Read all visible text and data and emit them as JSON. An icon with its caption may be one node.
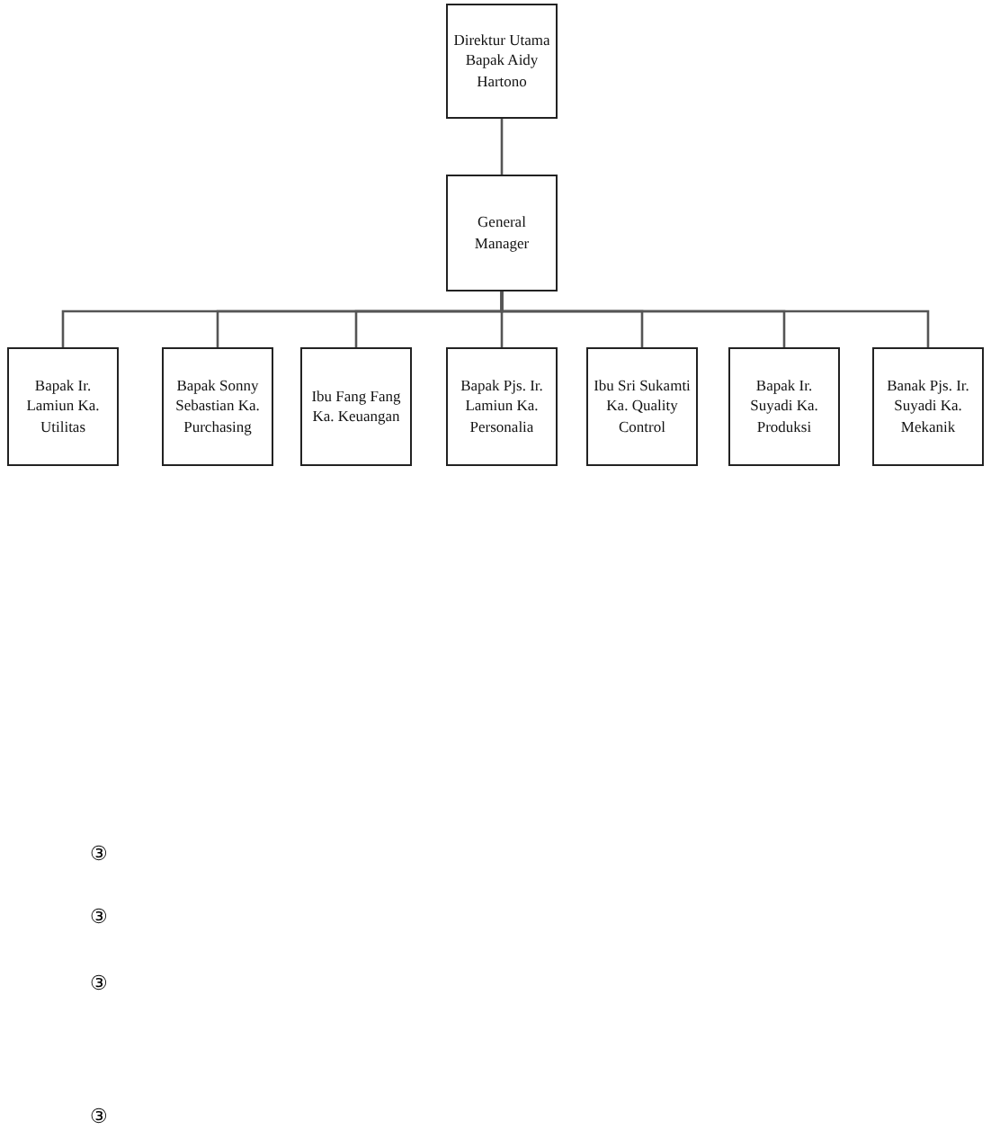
{
  "diagram": {
    "nodes": [
      {
        "text": [
          "Direktur Utama Bapak Aidy Hartono"
        ]
      },
      {
        "text": [
          "General Manager"
        ]
      },
      {
        "text": [
          "Bapak Ir. Lamiun Ka. Utilitas"
        ]
      },
      {
        "text": [
          "Bapak Sonny Sebastian Ka. Purchasing"
        ]
      },
      {
        "text": [
          "Ibu Fang Fang Ka. Keuangan"
        ]
      },
      {
        "text": [
          "Bapak Pjs. Ir. Lamiun Ka. Personalia"
        ]
      },
      {
        "text": [
          "Ibu Sri Sukamti Ka. Quality Control"
        ]
      },
      {
        "text": [
          "Bapak Ir. Suyadi Ka. Produksi"
        ]
      },
      {
        "text": [
          "Banak Pjs. Ir. Suyadi Ka. Mekanik"
        ]
      }
    ],
    "edges": [
      {
        "from": 0,
        "to": 1,
        "arrow": "none"
      },
      {
        "from": 1,
        "to": 2,
        "arrow": "none"
      },
      {
        "from": 1,
        "to": 3,
        "arrow": "none"
      },
      {
        "from": 1,
        "to": 4,
        "arrow": "none"
      },
      {
        "from": 1,
        "to": 5,
        "arrow": "none"
      },
      {
        "from": 1,
        "to": 6,
        "arrow": "none"
      },
      {
        "from": 1,
        "to": 7,
        "arrow": "none"
      },
      {
        "from": 1,
        "to": 8,
        "arrow": "none"
      }
    ],
    "labels": [
      "③",
      "③",
      "③",
      "③"
    ]
  }
}
